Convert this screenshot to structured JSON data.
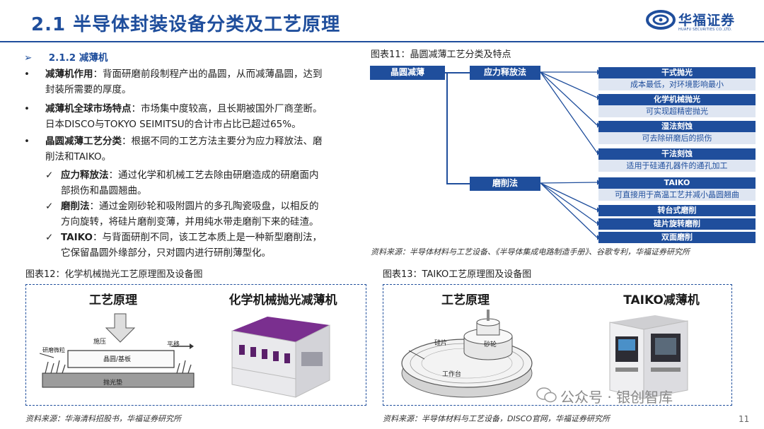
{
  "header": {
    "title": "2.1 半导体封装设备分类及工艺原理",
    "logo_cn": "华福证券",
    "logo_en": "HUAFU SECURITIES CO.,LTD."
  },
  "left": {
    "section": "2.1.2 减薄机",
    "section_arrow": "➢",
    "p1_label": "减薄机作用",
    "p1_line1": "：背面研磨前段制程产出的晶圆，从而减薄晶圆，达到",
    "p1_line2": "封装所需要的厚度。",
    "p2_label": "减薄机全球市场特点",
    "p2_line1": "：市场集中度较高，且长期被国外厂商垄断。",
    "p2_line2": "日本DISCO与TOKYO SEIMITSU的合计市占比已超过65%。",
    "p3_label": "晶圆减薄工艺分类",
    "p3_line1": "：根据不同的工艺方法主要分为应力释放法、磨",
    "p3_line2": "削法和TAIKO。",
    "s1_label": "应力释放法",
    "s1_line1": "：通过化学和机械工艺去除由研磨造成的研磨面内",
    "s1_line2": "部损伤和晶圆翘曲。",
    "s2_label": "磨削法",
    "s2_line1": "：通过金刚砂轮和吸附圆片的多孔陶瓷吸盘，以相反的",
    "s2_line2": "方向旋转，将硅片磨削变薄，并用纯水带走磨削下来的硅渣。",
    "s3_label": "TAIKO",
    "s3_line1": "：与背面研削不同，该工艺本质上是一种新型磨削法，",
    "s3_line2": "它保留晶圆外缘部分，只对圆内进行研削薄型化。",
    "bullet": "•",
    "check": "✓"
  },
  "fig11": {
    "title": "图表11：晶圆减薄工艺分类及特点",
    "root": "晶圆减薄",
    "branch1": "应力释放法",
    "branch2": "磨削法",
    "leaves": [
      {
        "head": "干式抛光",
        "body": "成本最低，对环境影响最小"
      },
      {
        "head": "化学机械抛光",
        "body": "可实现超精密抛光"
      },
      {
        "head": "湿法刻蚀",
        "body": "可去除研磨后的损伤"
      },
      {
        "head": "干法刻蚀",
        "body": "适用于硅通孔器件的通孔加工"
      },
      {
        "head": "TAIKO",
        "body": "可直接用于高温工艺并减小晶圆翘曲"
      },
      {
        "head": "转台式磨削",
        "body": ""
      },
      {
        "head": "硅片旋转磨削",
        "body": ""
      },
      {
        "head": "双面磨削",
        "body": ""
      }
    ],
    "source": "资料来源：半导体材料与工艺设备、《半导体集成电路制造手册》、谷歌专利，华福证券研究所"
  },
  "fig12": {
    "title": "图表12：化学机械抛光工艺原理图及设备图",
    "panel1": "工艺原理",
    "panel2": "化学机械抛光减薄机",
    "press": "施压",
    "move": "平移",
    "abrasive": "研磨微粒",
    "wafer": "晶圆/基板",
    "pad": "抛光垫",
    "source": "资料来源：华海清科招股书，华福证券研究所"
  },
  "fig13": {
    "title": "图表13：TAIKO工艺原理图及设备图",
    "panel1": "工艺原理",
    "panel2": "TAIKO减薄机",
    "silicon": "硅片",
    "wheel": "砂轮",
    "table": "工作台",
    "source": "资料来源：半导体材料与工艺设备，DISCO官网，华福证券研究所"
  },
  "watermark": "公众号 · 银创智库",
  "page_number": "11",
  "colors": {
    "brand": "#1f4e9c",
    "leaf_bg": "#dfe6f2"
  }
}
